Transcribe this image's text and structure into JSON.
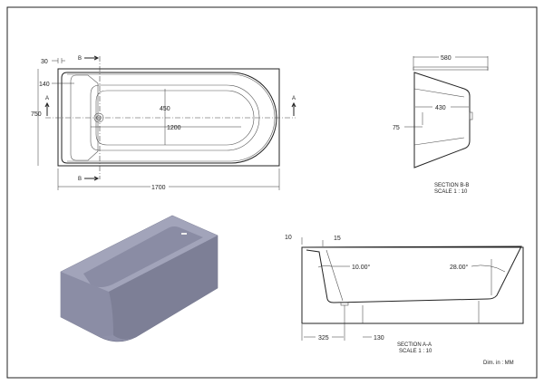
{
  "drawing": {
    "top_view": {
      "dims": {
        "rim_offset": "30",
        "headrest": "140",
        "width": "750",
        "basin_width": "450",
        "basin_length": "1200",
        "length": "1700"
      },
      "section_marks": {
        "b": "B",
        "a": "A"
      }
    },
    "section_b": {
      "dims": {
        "width": "580",
        "depth": "430",
        "offset": "75"
      },
      "title": "SECTION B-B",
      "scale": "SCALE 1 : 10"
    },
    "section_a": {
      "dims": {
        "rim": "10",
        "lip": "15",
        "angle_left": "10.00°",
        "angle_right": "28.00°",
        "drain_pos": "325",
        "floor_height": "130"
      },
      "title": "SECTION A-A",
      "scale": "SCALE 1 : 10"
    },
    "units": "Dim. in : MM",
    "colors": {
      "tub": "#8e90a8",
      "tub_dark": "#7a7c94",
      "tub_light": "#b4b6c8"
    }
  }
}
